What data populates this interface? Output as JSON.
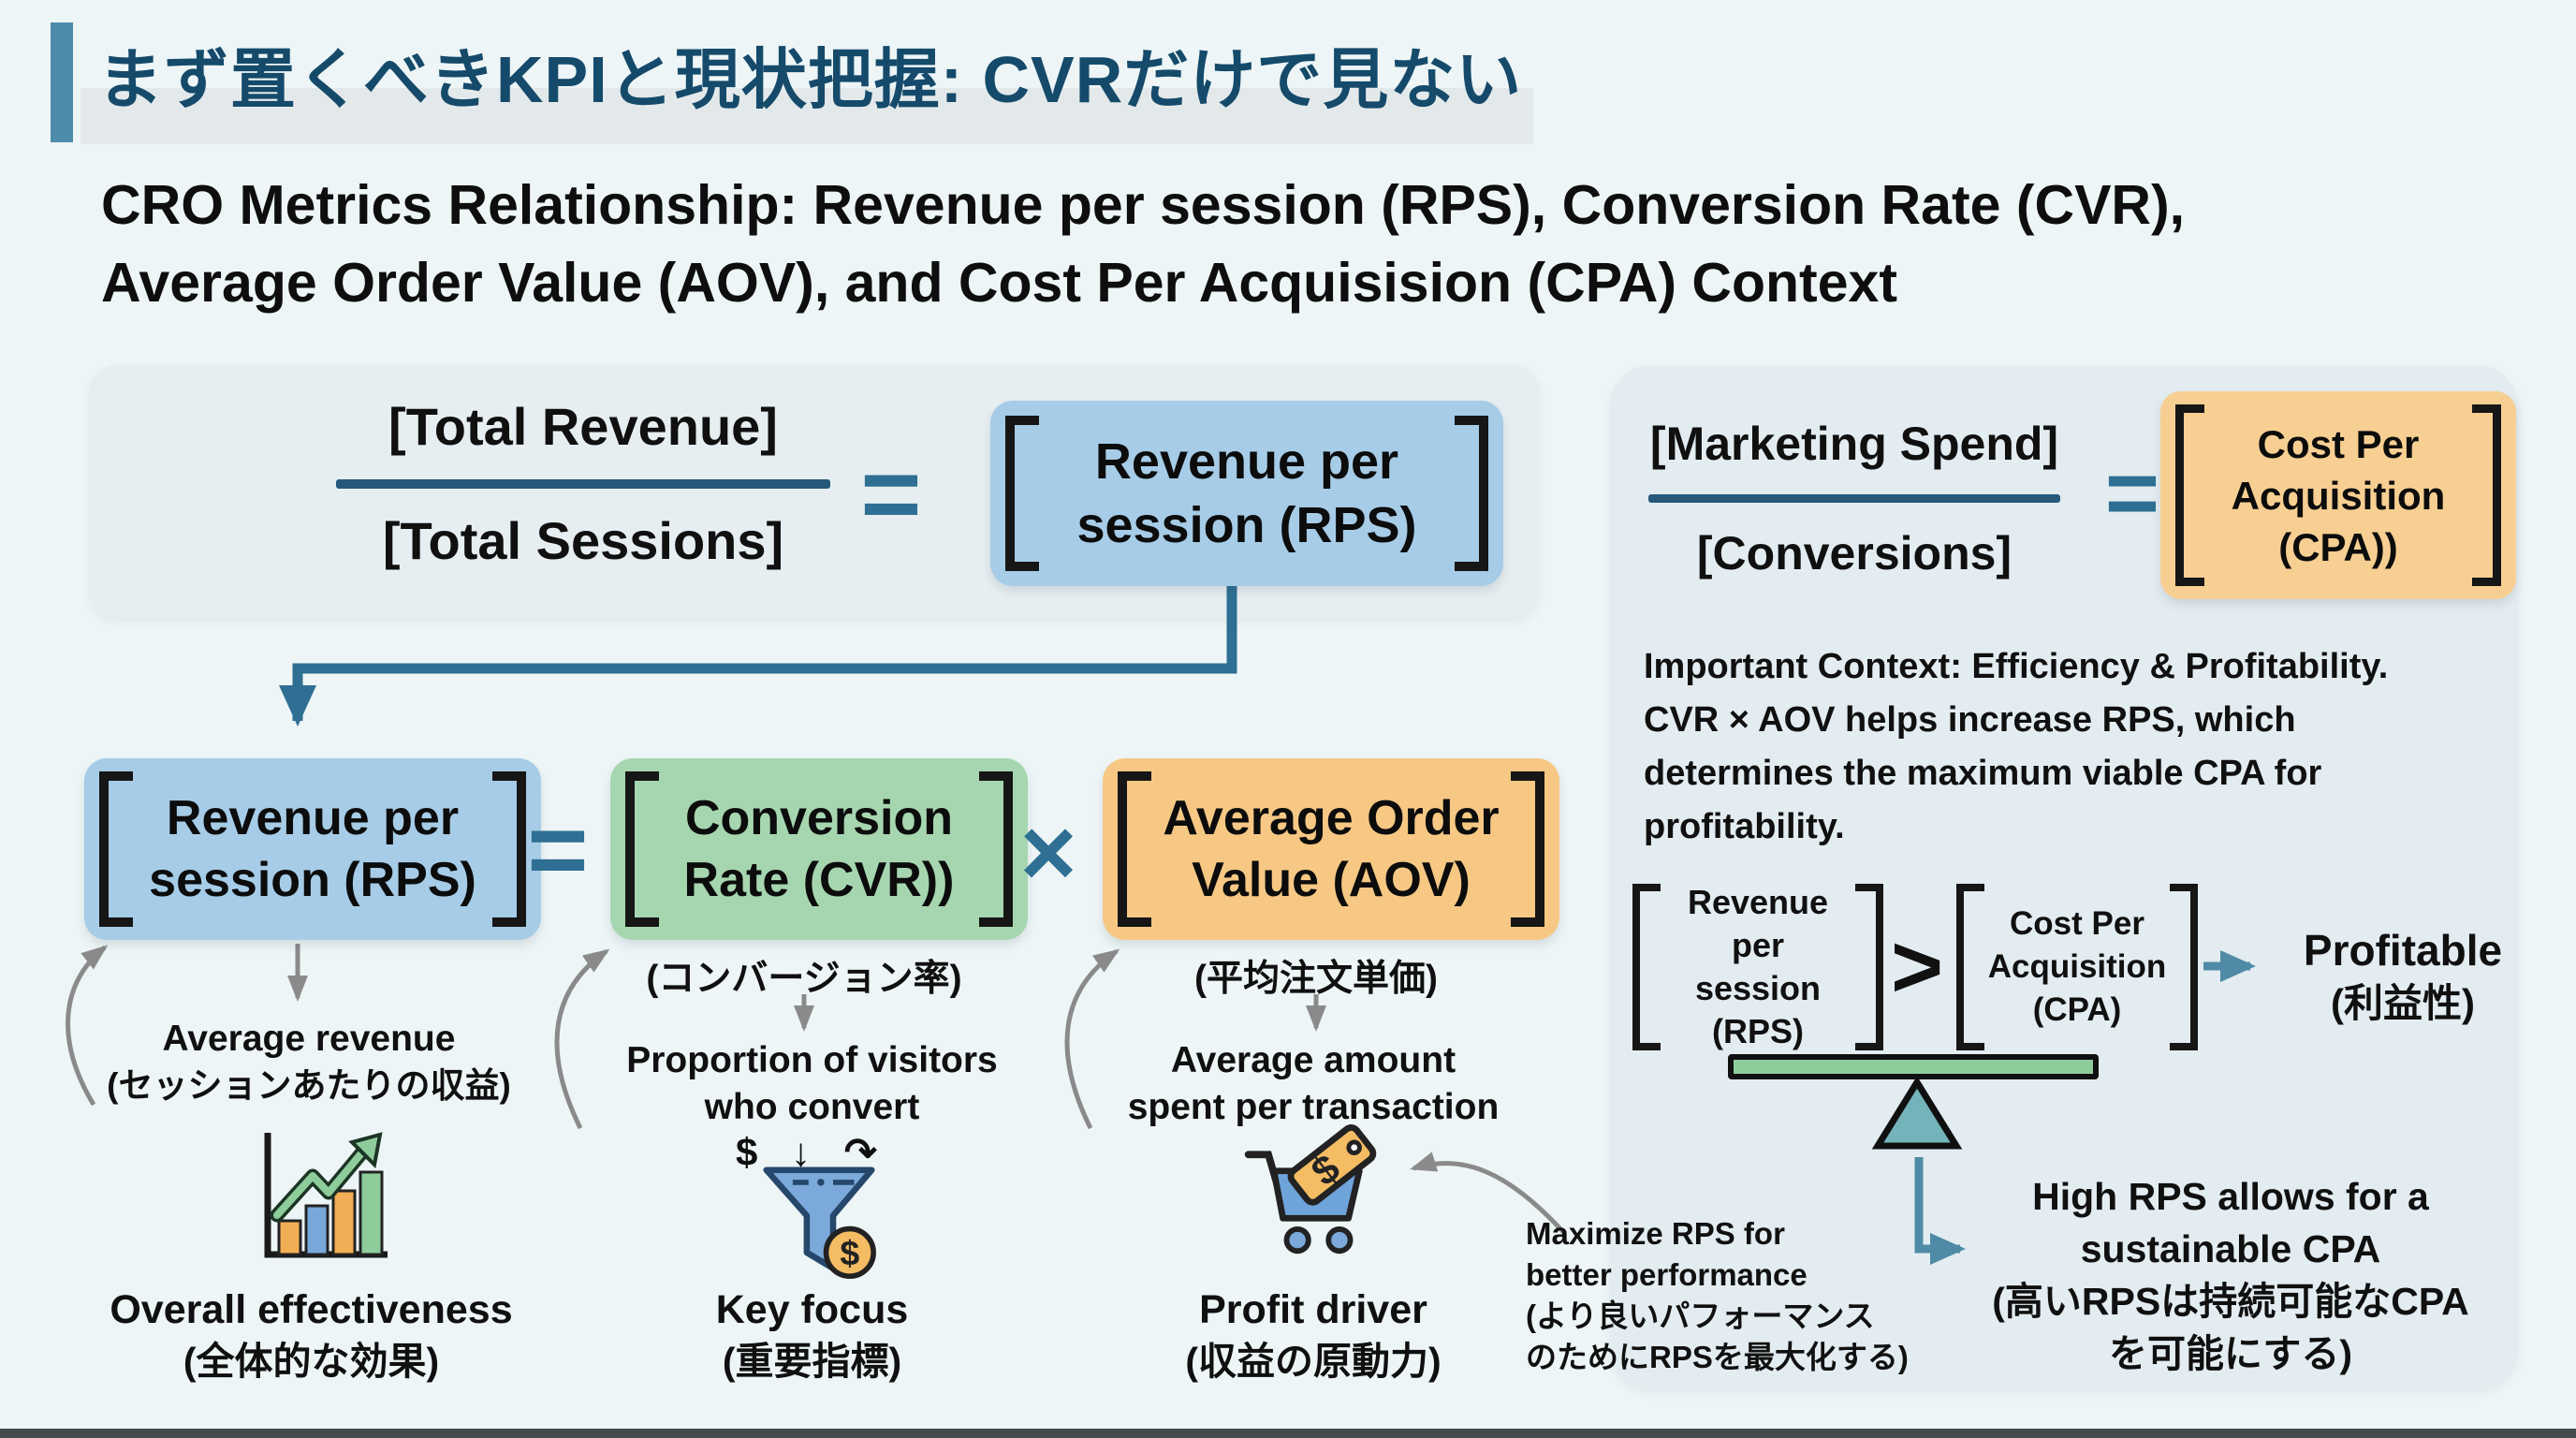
{
  "slide": {
    "title": "まず置くべきKPIと現状把握: CVRだけで見ない",
    "subtitle_line1": "CRO Metrics Relationship: Revenue per session (RPS), Conversion Rate (CVR),",
    "subtitle_line2": "Average Order Value (AOV), and Cost Per Acquisision (CPA) Context"
  },
  "rps_formula": {
    "numerator": "[Total Revenue]",
    "denominator": "[Total Sessions]",
    "equals": "=",
    "result_line1": "Revenue per",
    "result_line2": "session (RPS)"
  },
  "rps_equation": {
    "rps_line1": "Revenue per",
    "rps_line2": "session (RPS)",
    "equals": "=",
    "cvr_line1": "Conversion",
    "cvr_line2": "Rate (CVR))",
    "cvr_sub": "(コンバージョン率)",
    "times": "×",
    "aov_line1": "Average Order",
    "aov_line2": "Value (AOV)",
    "aov_sub": "(平均注文単価)"
  },
  "columns": {
    "rps": {
      "desc_line1": "Average revenue",
      "desc_line2": "(セッションあたりの収益)",
      "icon": "bar-chart-growth-icon",
      "caption": "Overall effectiveness",
      "caption_sub": "(全体的な効果)"
    },
    "cvr": {
      "desc_line1": "Proportion of visitors",
      "desc_line2": "who convert",
      "glyphs": "$ ↓ ↷",
      "icon": "funnel-dollar-icon",
      "caption": "Key focus",
      "caption_sub": "(重要指標)"
    },
    "aov": {
      "desc_line1": "Average amount",
      "desc_line2": "spent per transaction",
      "icon": "shopping-cart-tag-icon",
      "caption": "Profit driver",
      "caption_sub": "(収益の原動力)"
    }
  },
  "maximize_note": {
    "line1": "Maximize RPS for",
    "line2": "better performance",
    "line3": "(より良いパフォーマンス",
    "line4": "のためにRPSを最大化する)"
  },
  "cpa_panel": {
    "numerator": "[Marketing Spend]",
    "denominator": "[Conversions]",
    "equals": "=",
    "cpa_line1": "Cost Per",
    "cpa_line2": "Acquisition",
    "cpa_line3": "(CPA))",
    "context_line1": "Important Context: Efficiency & Profitability.",
    "context_line2": "CVR × AOV helps increase RPS, which",
    "context_line3": "determines the maximum viable CPA for",
    "context_line4": "profitability.",
    "comparison": {
      "rps_line1": "Revenue per",
      "rps_line2": "session",
      "rps_line3": "(RPS)",
      "gt": ">",
      "cpa_line1": "Cost Per",
      "cpa_line2": "Acquisition",
      "cpa_line3": "(CPA)",
      "profitable": "Profitable",
      "profitable_sub": "(利益性)"
    },
    "note_line1": "High RPS allows for a",
    "note_line2": "sustainable CPA",
    "note_line3": "(高いRPSは持続可能なCPA",
    "note_line4": "を可能にする)"
  },
  "colors": {
    "accent_teal": "#2e6f93",
    "accent_teal_light": "#4f8ba6",
    "box_blue": "#a6cce7",
    "box_green": "#a6d6b0",
    "box_orange": "#f6c884",
    "box_orange_cpa": "#f7cf92",
    "panel_bg": "#e5edf0",
    "page_bg": "#edf5f6",
    "title_navy": "#154a6b",
    "arrow_gray": "#8a8a8a",
    "seesaw_green": "#8ecd9b",
    "fulcrum_teal": "#74b3b9"
  }
}
